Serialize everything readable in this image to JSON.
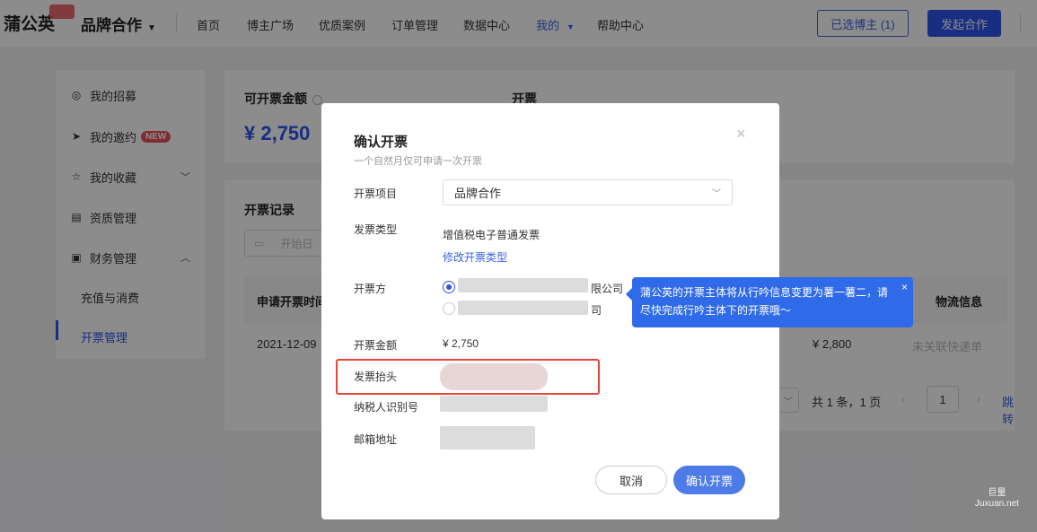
{
  "header": {
    "logo": "蒲公英",
    "brand": "品牌合作",
    "nav": [
      "首页",
      "博主广场",
      "优质案例",
      "订单管理",
      "数据中心",
      "我的",
      "帮助中心"
    ],
    "active_nav": "我的",
    "selected_bloggers": "已选博主 (1)",
    "launch_cooperation": "发起合作"
  },
  "sidebar": {
    "items": [
      {
        "label": "我的招募",
        "icon": "recruit-icon"
      },
      {
        "label": "我的邀约",
        "icon": "send-icon",
        "badge": "NEW"
      },
      {
        "label": "我的收藏",
        "icon": "star-icon",
        "chevron": "down"
      },
      {
        "label": "资质管理",
        "icon": "doc-icon"
      },
      {
        "label": "财务管理",
        "icon": "wallet-icon",
        "chevron": "up"
      },
      {
        "label": "充值与消费"
      },
      {
        "label": "开票管理",
        "active": true
      }
    ]
  },
  "summary": {
    "available_label": "可开票金额",
    "available_amount": "¥ 2,750",
    "invoice_title": "开票"
  },
  "records": {
    "title": "开票记录",
    "date_placeholder": "开始日",
    "headers": [
      "申请开票时间",
      "物流信息"
    ],
    "rows": [
      {
        "date": "2021-12-09",
        "amount": "¥ 2,800",
        "logistics": "未关联快递单"
      }
    ],
    "pager": {
      "summary": "共 1 条，1 页",
      "current": "1",
      "jump": "跳转"
    }
  },
  "modal": {
    "title": "确认开票",
    "subtitle": "一个自然月仅可申请一次开票",
    "close": "×",
    "fields": {
      "item_label": "开票项目",
      "item_value": "品牌合作",
      "type_label": "发票类型",
      "type_value": "增值税电子普通发票",
      "type_link": "修改开票类型",
      "issuer_label": "开票方",
      "issuer_option1_suffix": "限公司",
      "issuer_option2_suffix": "司",
      "amount_label": "开票金额",
      "amount_value": "¥ 2,750",
      "title_label": "发票抬头",
      "tax_label": "纳税人识别号",
      "email_label": "邮箱地址"
    },
    "cancel": "取消",
    "confirm": "确认开票"
  },
  "tooltip": {
    "text": "蒲公英的开票主体将从行吟信息变更为薯一薯二，请尽快完成行吟主体下的开票哦～",
    "close": "×"
  },
  "watermark": {
    "line1": "巨量",
    "line2": "Juxuan.net"
  },
  "colors": {
    "accent": "#2f54eb",
    "tooltip": "#2f6be8",
    "highlight": "#e5463b",
    "badge": "#e8505b"
  }
}
